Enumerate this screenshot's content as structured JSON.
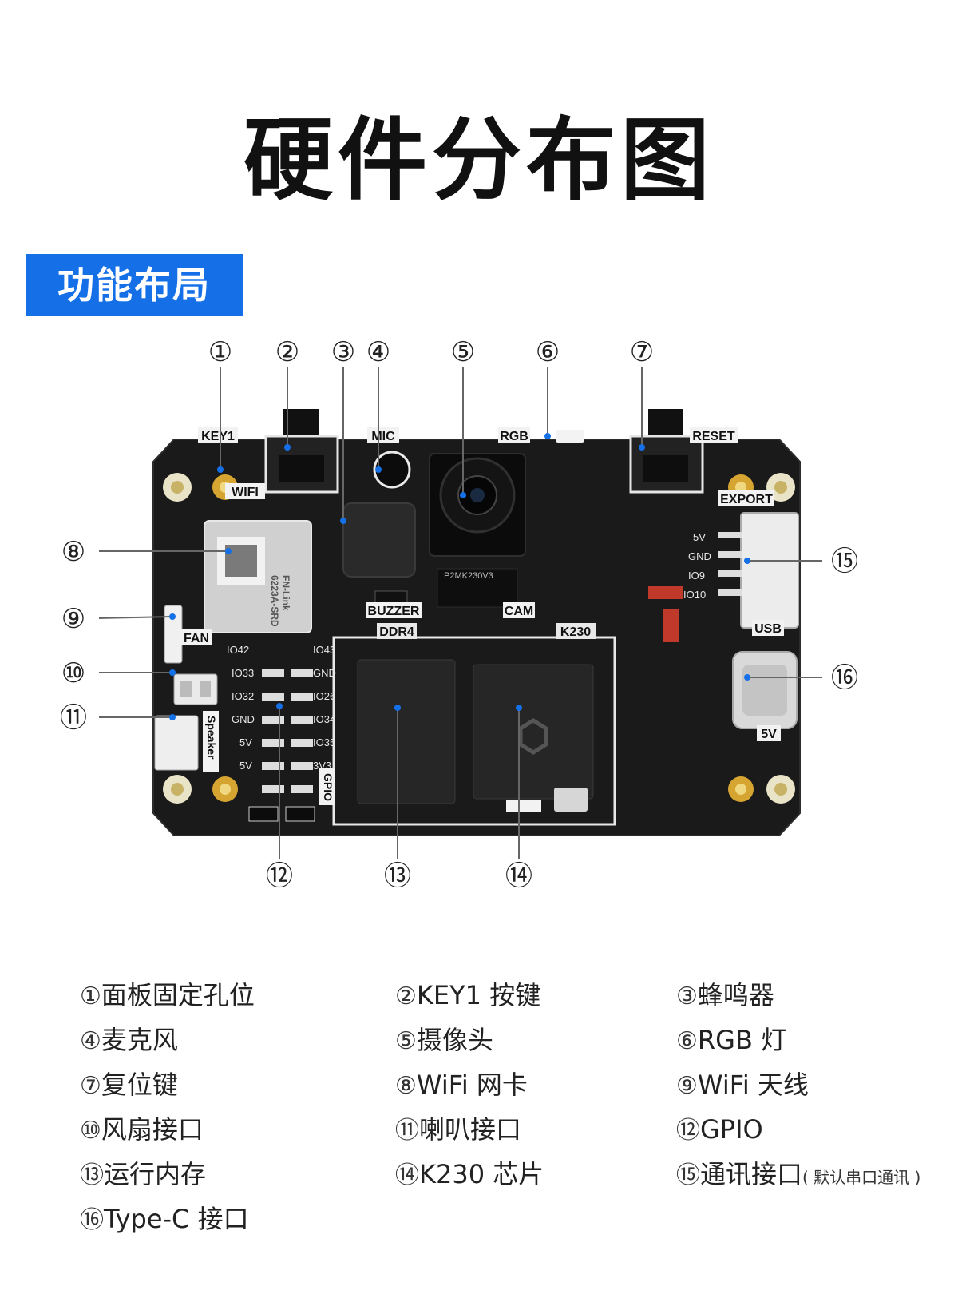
{
  "title": "硬件分布图",
  "section_tag": "功能布局",
  "board_labels": {
    "key1": "KEY1",
    "wifi": "WIFI",
    "mic": "MIC",
    "rgb": "RGB",
    "reset": "RESET",
    "export": "EXPORT",
    "buzzer": "BUZZER",
    "cam": "CAM",
    "usb": "USB",
    "ddr4": "DDR4",
    "k230": "K230",
    "fan": "FAN",
    "speaker": "Speaker",
    "gpio": "GPIO",
    "v5": "5V",
    "camera_model": "P2MK230V3",
    "module_brand": "FN-Link",
    "module_model": "6223A-SRD",
    "export_5v": "5V",
    "export_gnd": "GND",
    "export_io9": "IO9",
    "export_io10": "IO10",
    "gpio_io42": "IO42",
    "gpio_io43": "IO43",
    "gpio_io33": "IO33",
    "gpio_gnd_r": "GND",
    "gpio_io32": "IO32",
    "gpio_io26": "IO26",
    "gpio_gnd_l": "GND",
    "gpio_io34": "IO34",
    "gpio_5v_a": "5V",
    "gpio_io35": "IO35",
    "gpio_5v_b": "5V",
    "gpio_3v3": "3V3"
  },
  "callouts": {
    "c1": "①",
    "c2": "②",
    "c3": "③",
    "c4": "④",
    "c5": "⑤",
    "c6": "⑥",
    "c7": "⑦",
    "c8": "⑧",
    "c9": "⑨",
    "c10": "⑩",
    "c11": "⑪",
    "c12": "⑫",
    "c13": "⑬",
    "c14": "⑭",
    "c15": "⑮",
    "c16": "⑯"
  },
  "legend": [
    {
      "num": "①",
      "label": "面板固定孔位"
    },
    {
      "num": "②",
      "label": "KEY1 按键"
    },
    {
      "num": "③",
      "label": "蜂鸣器"
    },
    {
      "num": "④",
      "label": "麦克风"
    },
    {
      "num": "⑤",
      "label": "摄像头"
    },
    {
      "num": "⑥",
      "label": "RGB 灯"
    },
    {
      "num": "⑦",
      "label": "复位键"
    },
    {
      "num": "⑧",
      "label": "WiFi 网卡"
    },
    {
      "num": "⑨",
      "label": "WiFi 天线"
    },
    {
      "num": "⑩",
      "label": "风扇接口"
    },
    {
      "num": "⑪",
      "label": "喇叭接口"
    },
    {
      "num": "⑫",
      "label": "GPIO"
    },
    {
      "num": "⑬",
      "label": "运行内存"
    },
    {
      "num": "⑭",
      "label": "K230 芯片"
    },
    {
      "num": "⑮",
      "label": "通讯接口",
      "note": "( 默认串口通讯 )"
    },
    {
      "num": "⑯",
      "label": "Type-C 接口"
    }
  ],
  "colors": {
    "accent": "#1570e8",
    "board": "#1a1a1a",
    "marker": "#1570e8",
    "callout_line": "#666666"
  }
}
